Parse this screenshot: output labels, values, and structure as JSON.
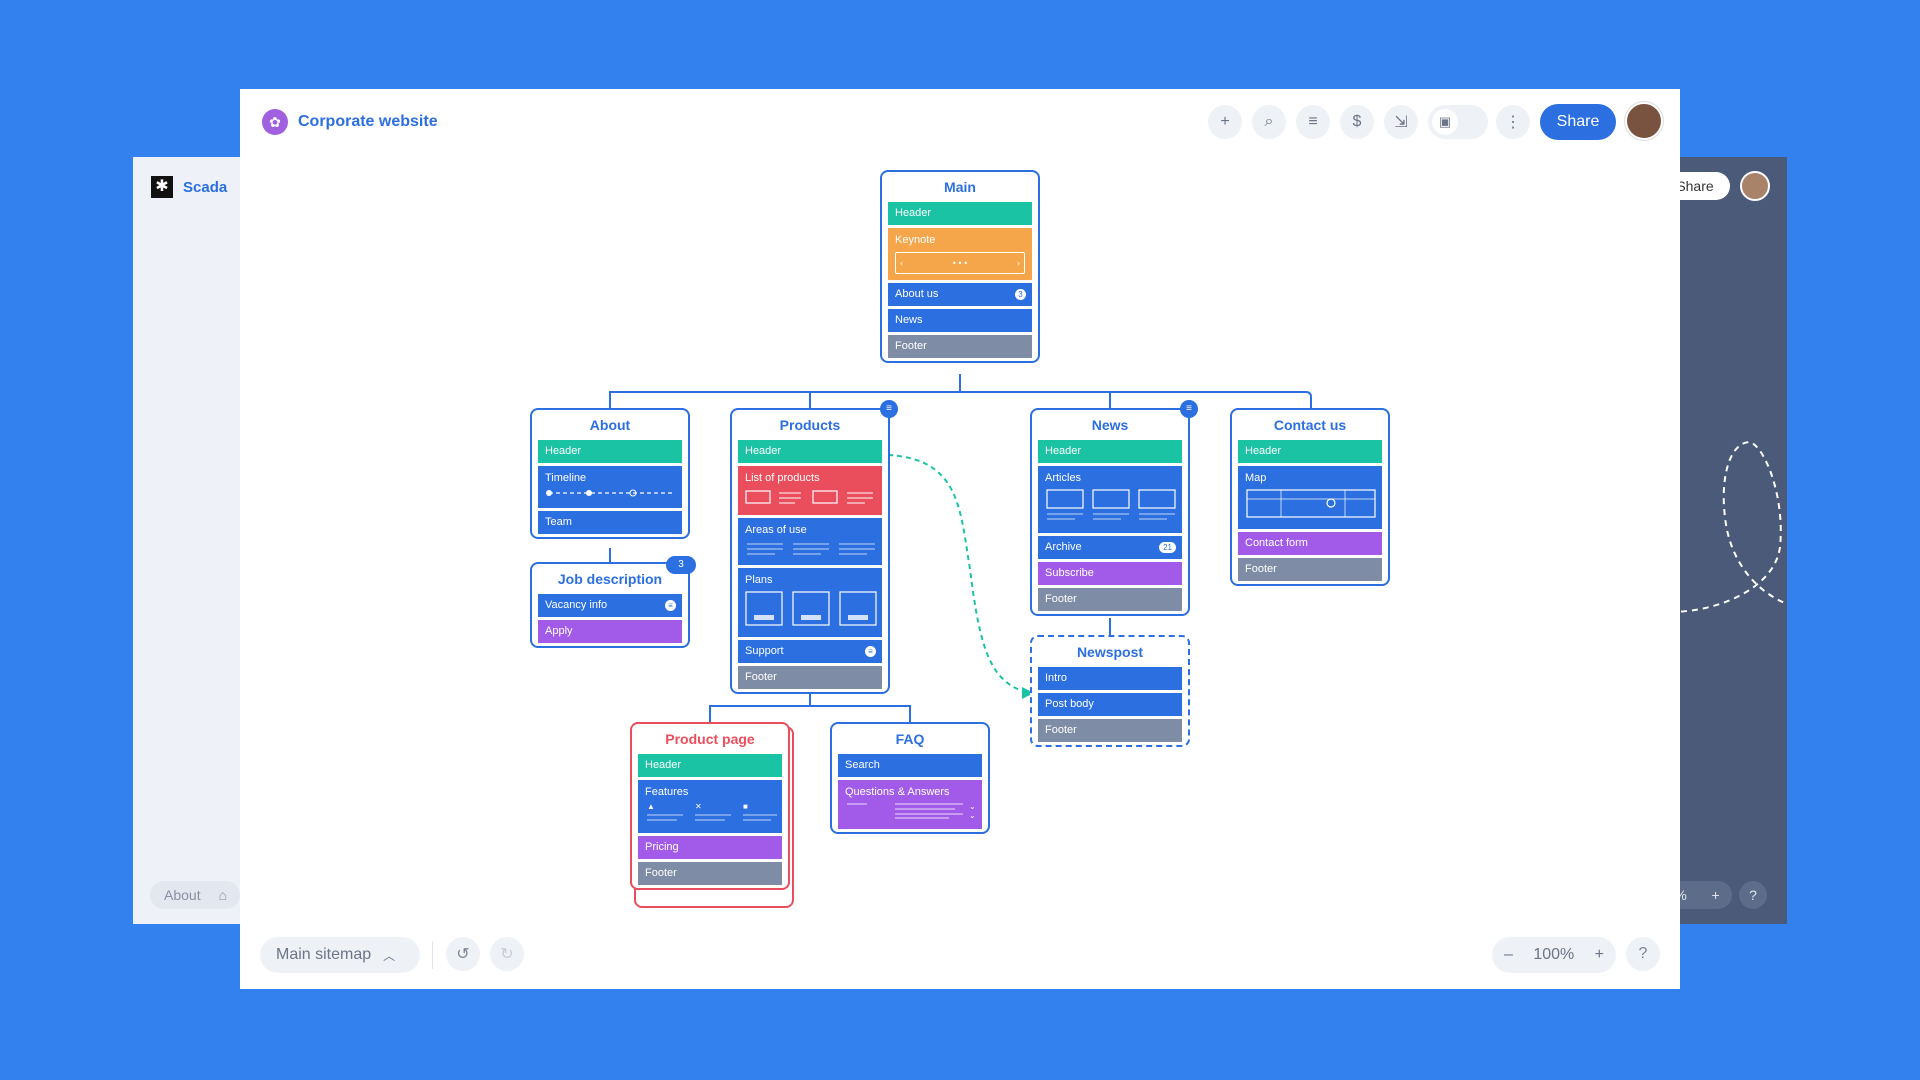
{
  "background_app": {
    "logo": "Scada",
    "about_label": "About",
    "share_label": "Share",
    "zoom_fragment": "%",
    "help": "?"
  },
  "header": {
    "title": "Corporate website",
    "share_label": "Share",
    "tools": [
      "plus-icon",
      "search-icon",
      "menu-lines-icon",
      "dollar-icon",
      "import-icon",
      "image-icon",
      "more-icon"
    ]
  },
  "footer": {
    "sitemap_label": "Main sitemap",
    "zoom": "100%",
    "zoom_minus": "–",
    "zoom_plus": "+",
    "help": "?"
  },
  "sitemap": {
    "main": {
      "title": "Main",
      "blocks": {
        "header": "Header",
        "keynote": "Keynote",
        "about": "About us",
        "about_badge": "3",
        "news": "News",
        "footer": "Footer"
      }
    },
    "about": {
      "title": "About",
      "blocks": {
        "header": "Header",
        "timeline": "Timeline",
        "team": "Team"
      }
    },
    "job": {
      "title": "Job description",
      "badge": "3",
      "blocks": {
        "vacancy": "Vacancy info",
        "apply": "Apply"
      }
    },
    "products": {
      "title": "Products",
      "blocks": {
        "header": "Header",
        "list": "List of products",
        "areas": "Areas of use",
        "plans": "Plans",
        "support": "Support",
        "footer": "Footer"
      }
    },
    "news": {
      "title": "News",
      "blocks": {
        "header": "Header",
        "articles": "Articles",
        "archive": "Archive",
        "archive_badge": "21",
        "subscribe": "Subscribe",
        "footer": "Footer"
      }
    },
    "contact": {
      "title": "Contact us",
      "blocks": {
        "header": "Header",
        "map": "Map",
        "form": "Contact form",
        "footer": "Footer"
      }
    },
    "newspost": {
      "title": "Newspost",
      "blocks": {
        "intro": "Intro",
        "body": "Post body",
        "footer": "Footer"
      }
    },
    "product_page": {
      "title": "Product page",
      "blocks": {
        "header": "Header",
        "features": "Features",
        "pricing": "Pricing",
        "footer": "Footer"
      }
    },
    "faq": {
      "title": "FAQ",
      "blocks": {
        "search": "Search",
        "qa": "Questions & Answers"
      }
    }
  }
}
